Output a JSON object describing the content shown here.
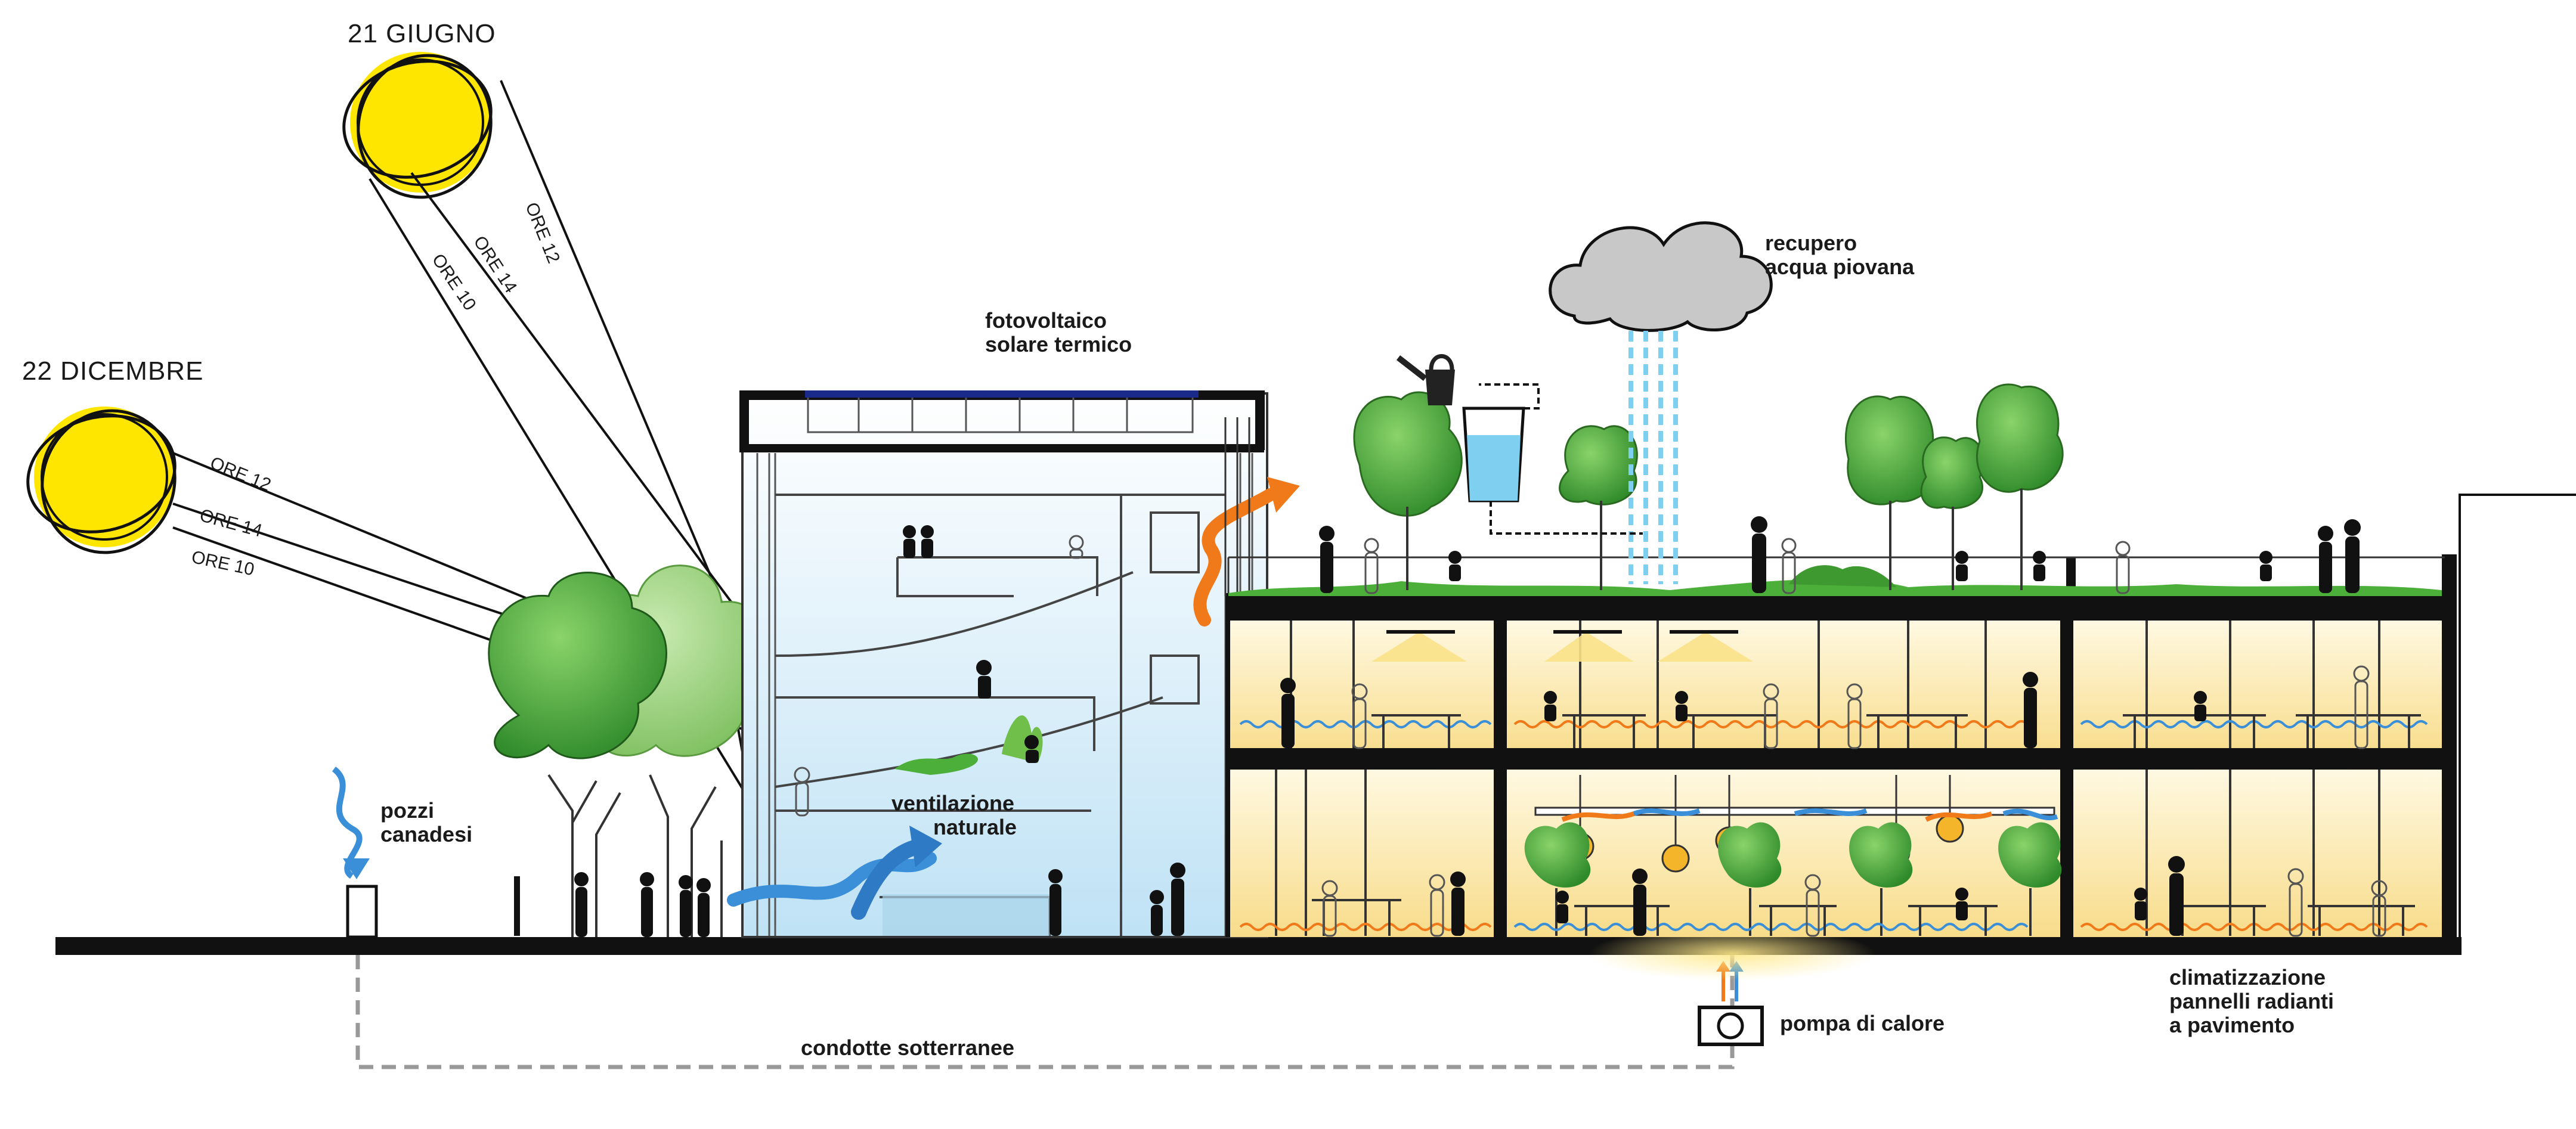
{
  "sun": {
    "summer_label": "21 GIUGNO",
    "winter_label": "22 DICEMBRE",
    "summer_hours": [
      "ORE 12",
      "ORE 14",
      "ORE 10"
    ],
    "winter_hours": [
      "ORE 12",
      "ORE 14",
      "ORE 10"
    ],
    "sun_color": "#ffe600"
  },
  "labels": {
    "pv_line1": "fotovoltaico",
    "pv_line2": "solare termico",
    "rain_line1": "recupero",
    "rain_line2": "acqua piovana",
    "wells_line1": "pozzi",
    "wells_line2": "canadesi",
    "vent_line1": "ventilazione",
    "vent_line2": "naturale",
    "ducts": "condotte sotterranee",
    "heatpump": "pompa di calore",
    "floor_line1": "climatizzazione",
    "floor_line2": "pannelli radianti",
    "floor_line3": "a pavimento"
  },
  "colors": {
    "ground": "#111111",
    "tree_green": "#4caf3a",
    "glass_blue": "#d6ecf8",
    "warm_yellow": "#fbe7a6",
    "cloud_gray": "#c8c8c8",
    "rain_blue": "#7fd0f0",
    "warm_arrow": "#f07a1a",
    "cool_arrow": "#3a8fd8",
    "solar_panel": "#1a2a8a"
  }
}
